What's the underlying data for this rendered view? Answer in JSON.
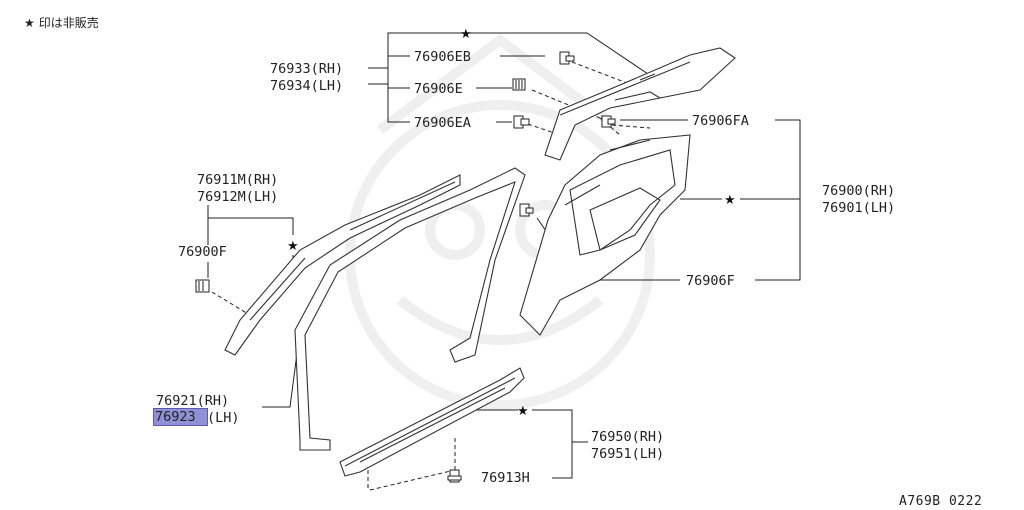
{
  "legend": {
    "star": "★",
    "text": "印は非販売"
  },
  "diagram_code": "A769B 0222",
  "highlight": {
    "part": "76923",
    "color": "#8f90d6"
  },
  "labels": {
    "p76933": "76933(RH)",
    "p76934": "76934(LH)",
    "p76906EB": "76906EB",
    "p76906E": "76906E",
    "p76906EA": "76906EA",
    "p76906FA": "76906FA",
    "p76900": "76900(RH)",
    "p76901": "76901(LH)",
    "p76906F": "76906F",
    "p76911M": "76911M(RH)",
    "p76912M": "76912M(LH)",
    "p76900F": "76900F",
    "p76921": "76921(RH)",
    "p76923_lh": "(LH)",
    "p76923_num": "76923",
    "p76950": "76950(RH)",
    "p76951": "76951(LH)",
    "p76913H": "76913H"
  }
}
